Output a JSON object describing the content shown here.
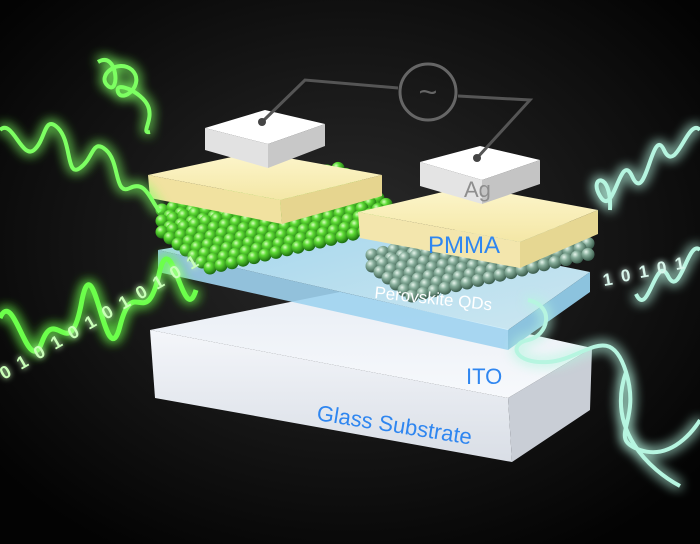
{
  "labels": {
    "ag": "Ag",
    "pmma": "PMMA",
    "qds": "Perovskite QDs",
    "ito": "ITO",
    "glass": "Glass Substrate",
    "ac_source": "~"
  },
  "binary_left": [
    "0",
    "1",
    "0",
    "1",
    "0",
    "1",
    "0",
    "1",
    "0",
    "1",
    "0",
    "1"
  ],
  "binary_right": [
    "1",
    "0",
    "1",
    "0",
    "1"
  ],
  "colors": {
    "background": "#050505",
    "wave_left": "#7dff62",
    "wave_right": "#b6f5e0",
    "qd_left": "#4fcf2e",
    "qd_right": "#7fa592",
    "pmma": "#fbf2c0",
    "ito": "#bfe8f8",
    "label_blue": "#2f86f0"
  }
}
